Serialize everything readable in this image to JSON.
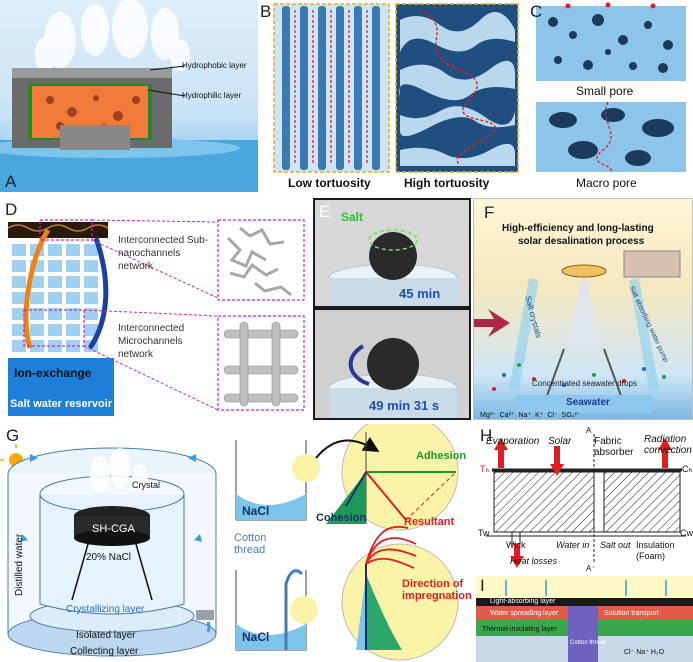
{
  "figure": {
    "labels": {
      "a": "A",
      "b": "B",
      "c": "C",
      "d": "D",
      "e": "E",
      "f": "F",
      "g": "G",
      "h": "H",
      "i": "I"
    }
  },
  "panel_a": {
    "hydrophobic": "Hydrophobic layer",
    "hydrophilic": "Hydrophilic layer"
  },
  "panel_b": {
    "low": "Low tortuosity",
    "high": "High tortuosity"
  },
  "panel_c": {
    "small": "Small pore",
    "macro": "Macro pore"
  },
  "panel_d": {
    "sub_nano": "Interconnected Sub-nanochannels network",
    "micro": "Interconnected Microchannels network",
    "ion": "Ion-exchange",
    "reservoir": "Salt water reservoir"
  },
  "panel_e": {
    "salt": "Salt",
    "t1": "45 min",
    "t2": "49 min 31 s"
  },
  "panel_f": {
    "title1": "High-efficiency and long-lasting",
    "title2": "solar desalination process",
    "salt_crystals": "Salt crystals",
    "pump": "Salt absorbing water pump",
    "drop": "Concentrated seawater drops",
    "seawater": "Seawater",
    "ions": [
      "Mg²⁺",
      "Ca²⁺",
      "Na⁺",
      "K⁺",
      "Cl⁻",
      "SO₄²⁻"
    ]
  },
  "panel_g": {
    "crystal": "Crystal",
    "device": "SH-CGA",
    "distilled": "Distilled water",
    "nacl": "20% NaCl",
    "crystallizing": "Crystallizing layer",
    "isolated": "Isolated layer",
    "collecting": "Collecting layer"
  },
  "panel_g2": {
    "nacl1": "NaCl",
    "adhesion": "Adhesion",
    "cohesion": "Cohesion",
    "resultant": "Resultant",
    "cotton": "Cotton thread",
    "nacl2": "NaCl",
    "direction": "Direction of impregnation"
  },
  "panel_h": {
    "evaporation": "Evaporation",
    "solar": "Solar",
    "fabric": "Fabric absorber",
    "radiation": "Radiation convection",
    "wick": "Wick",
    "heat": "Heat losses",
    "water_in": "Water in",
    "salt_out": "Salt out",
    "insulation": "Insulation (Foam)",
    "th": "Tₕ",
    "tw": "Tw",
    "ch": "Cₕ",
    "cw": "Cw",
    "a_top": "A",
    "a_bot": "A⁻"
  },
  "panel_i": {
    "light": "Light-absorbing layer",
    "salt_diff": "Water spreading layer",
    "thermal": "Thermal-insulating layer",
    "cotton": "Cotton thread",
    "transport": "Solution transport",
    "ions": "Cl⁻  Na⁺  H₂O"
  },
  "colors": {
    "red": "#e02020",
    "green": "#1a9a2a",
    "navy": "#1b2f6e",
    "blue": "#1f6fd0"
  }
}
